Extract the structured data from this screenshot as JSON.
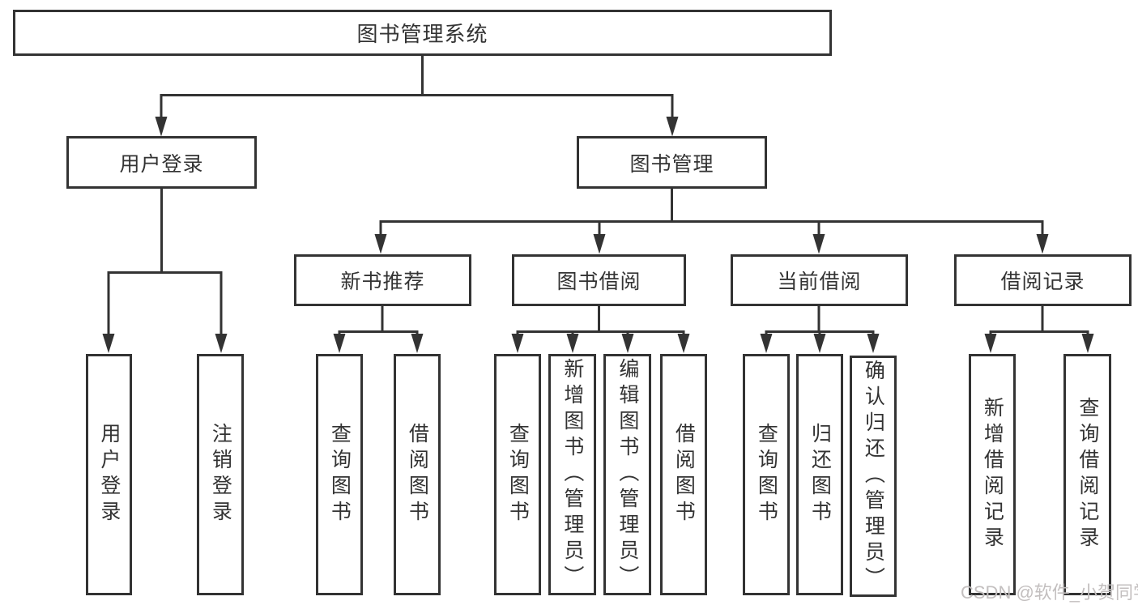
{
  "diagram": {
    "title": "图书管理系统",
    "level2": {
      "user_login": "用户登录",
      "book_management": "图书管理"
    },
    "user_login_children": {
      "login": "用户登录",
      "logout": "注销登录"
    },
    "level3": {
      "new_books": "新书推荐",
      "borrow": "图书借阅",
      "current": "当前借阅",
      "records": "借阅记录"
    },
    "new_books_children": {
      "query": "查询图书",
      "borrow": "借阅图书"
    },
    "borrow_children": {
      "query": "查询图书",
      "add": "新增图书（管理员）",
      "edit": "编辑图书（管理员）",
      "borrow": "借阅图书"
    },
    "current_children": {
      "query": "查询图书",
      "return": "归还图书",
      "confirm_return": "确认归还（管理员）"
    },
    "records_children": {
      "add": "新增借阅记录",
      "query": "查询借阅记录"
    }
  },
  "watermark": {
    "text": "CSDN @软件_小贺同学"
  },
  "colors": {
    "line": "#333333",
    "text": "#333333",
    "box_bg": "#ffffff",
    "background": "#ffffff",
    "watermark": "#c3bfbf"
  }
}
